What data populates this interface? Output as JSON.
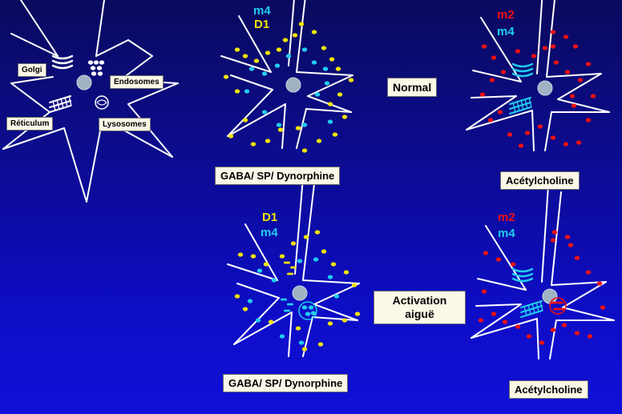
{
  "colors": {
    "membrane": "#ffffff",
    "yellow": "#f2e400",
    "cyan": "#22ccee",
    "red": "#ee1111",
    "nucleus": "#9fb3c4"
  },
  "organelle_labels": {
    "golgi": "Golgi",
    "endosomes": "Endosomes",
    "reticulum": "Réticulum",
    "lysosomes": "Lysosomes"
  },
  "states": {
    "normal": "Normal",
    "activation_line1": "Activation",
    "activation_line2": "aiguë"
  },
  "receptors": {
    "m4": "m4",
    "d1": "D1",
    "m2": "m2"
  },
  "neurons": {
    "gaba": "GABA/ SP/ Dynorphine",
    "ach": "Acétylcholine"
  }
}
